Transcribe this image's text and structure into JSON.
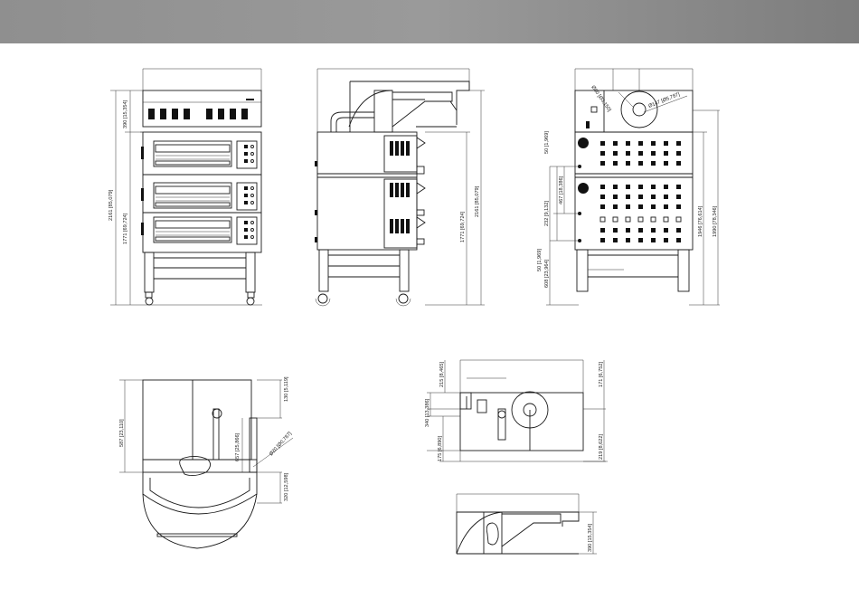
{
  "header": {
    "background": "#8f8f8f"
  },
  "dimensions": {
    "front_top_section": "390 [15,354]",
    "front_overall_height": "2161 [85,079]",
    "front_lower_height": "1771 [69,724]",
    "side_lower_height": "1771 [69,724]",
    "side_overall_height": "2161 [85,079]",
    "rear_flue_dia": "Ø80 [Ø3,150]",
    "rear_fan_dia": "Ø147 [Ø5,787]",
    "rear_50": "50 [1,969]",
    "rear_232": "232 [9,132]",
    "rear_467": "467 [18,386]",
    "rear_50_lower": "50 [1,969]",
    "rear_608": "608 [23,964]",
    "rear_1946": "1946 [76,614]",
    "rear_1990": "1990 [78,346]",
    "plan_587": "587 [23,110]",
    "plan_130": "130 [5,119]",
    "plan_657": "657 [25,866]",
    "plan_dia20": "Ø20 [Ø0,787]",
    "plan_320": "320 [12,598]",
    "hood_215": "215 [8,465]",
    "hood_171": "171 [6,752]",
    "hood_340": "340 [13,386]",
    "hood_175": "175 [6,890]",
    "hood_219": "219 [8,622]",
    "hood_side_390": "390 [15,354]"
  }
}
